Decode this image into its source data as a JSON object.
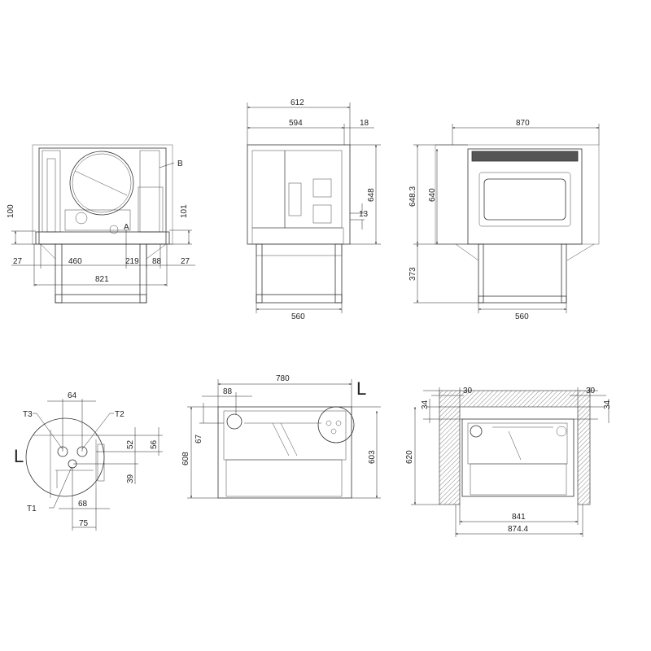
{
  "front_view": {
    "label_b": "B",
    "label_a": "A",
    "dim_100": "100",
    "dim_101": "101",
    "dim_27_left": "27",
    "dim_460": "460",
    "dim_219": "219",
    "dim_88": "88",
    "dim_27_right": "27",
    "dim_821": "821"
  },
  "side_view": {
    "dim_612": "612",
    "dim_594": "594",
    "dim_18": "18",
    "dim_648": "648",
    "dim_13": "13",
    "dim_560": "560"
  },
  "front_glass_view": {
    "dim_870": "870",
    "dim_648_3": "648.3",
    "dim_640": "640",
    "dim_373": "373",
    "dim_560": "560"
  },
  "detail_l": {
    "label_l": "L",
    "dim_64": "64",
    "label_t3": "T3",
    "label_t2": "T2",
    "label_t1": "T1",
    "dim_52": "52",
    "dim_56": "56",
    "dim_39": "39",
    "dim_68": "68",
    "dim_75": "75"
  },
  "top_view": {
    "dim_780": "780",
    "label_l": "L",
    "dim_88": "88",
    "dim_67": "67",
    "dim_608": "608",
    "dim_603": "603"
  },
  "niche_view": {
    "dim_30_left": "30",
    "dim_30_right": "30",
    "dim_34_left": "34",
    "dim_34_right": "34",
    "dim_620": "620",
    "dim_841": "841",
    "dim_874_4": "874.4"
  }
}
